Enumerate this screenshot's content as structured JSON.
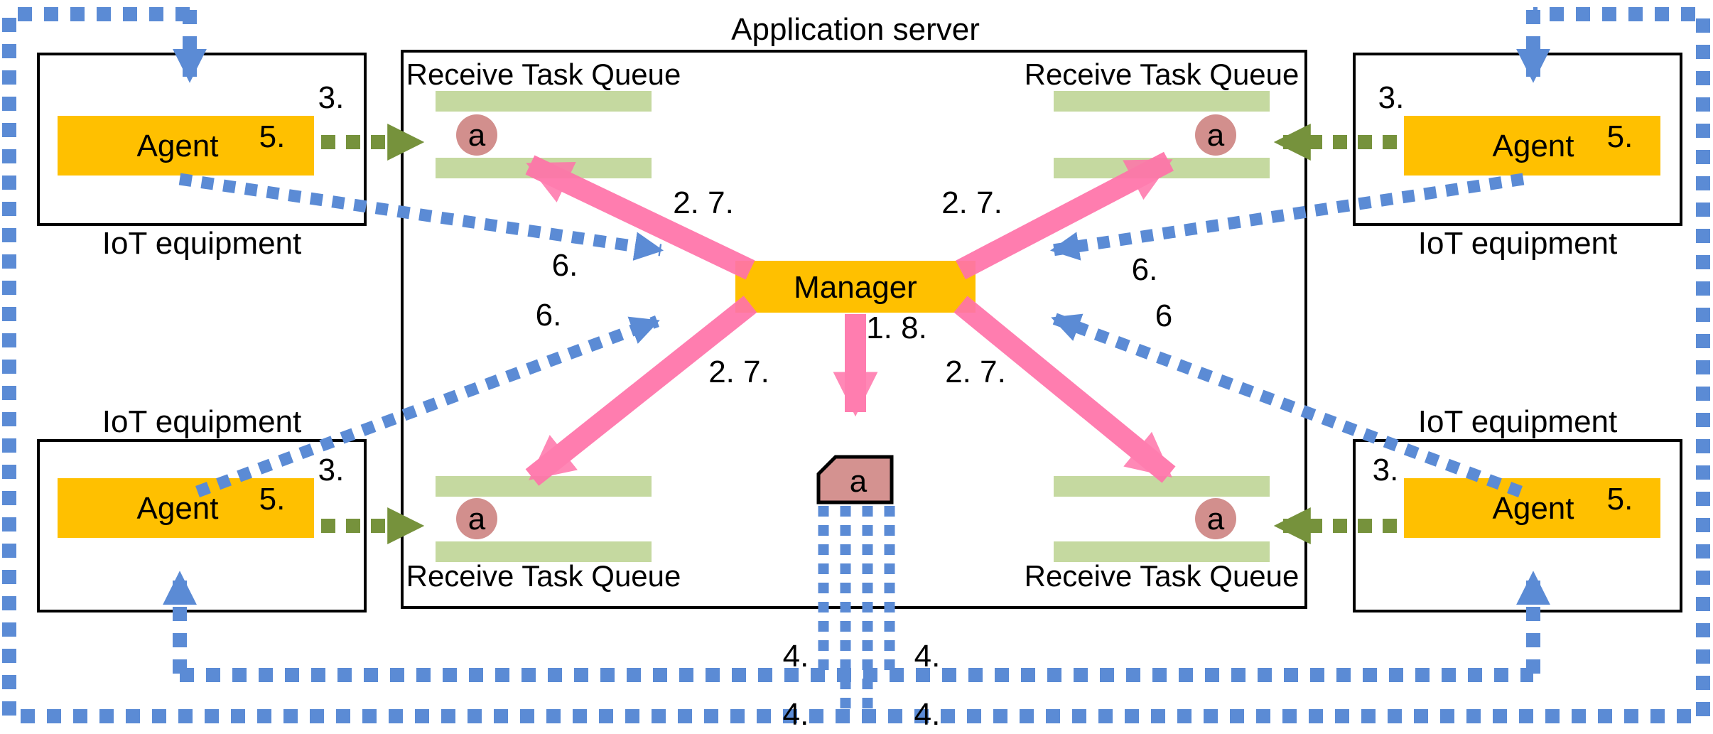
{
  "diagram": {
    "title": "Application server",
    "manager_label": "Manager",
    "queue_label": "Receive Task Queue",
    "queue_item": "a",
    "task_tag": "a",
    "iot_label": "IoT equipment",
    "agent_label": "Agent"
  },
  "step_labels": {
    "manager_to_tag": "1. 8.",
    "manager_to_queue": "2. 7.",
    "broadcast_to_agent": "3.",
    "tag_fanout": "4.",
    "agent_to_queue": "5.",
    "agent_to_manager": "6.",
    "agent_to_manager_plain": "6"
  },
  "colors": {
    "orange": "#FFC000",
    "pink": "#FF73A9",
    "blue": "#5B8BD5",
    "olive": "#76923C",
    "light_green": "#C5D9A0",
    "rose": "#D28F8D",
    "tag_rose": "#D49290"
  }
}
